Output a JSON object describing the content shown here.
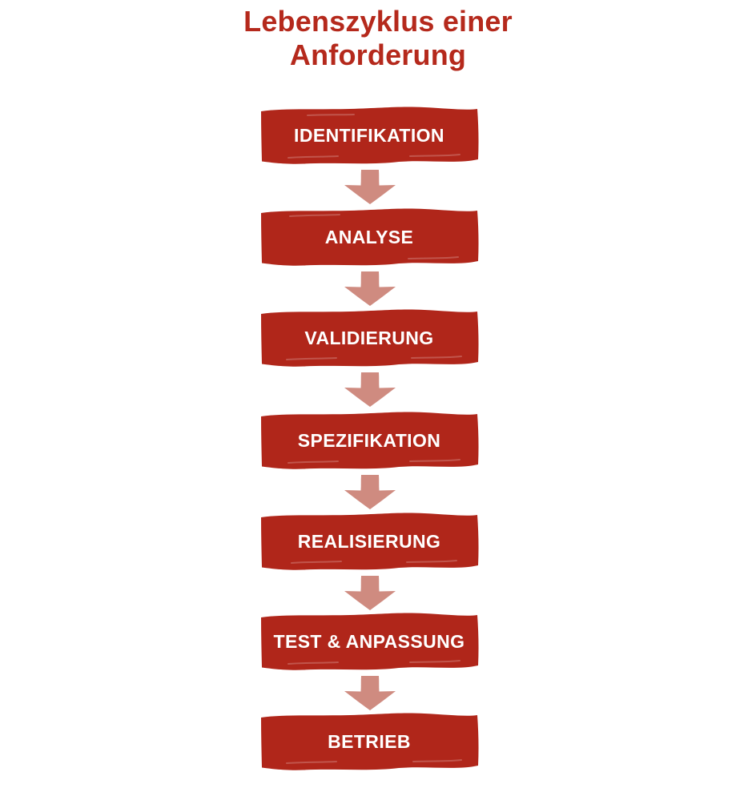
{
  "title": {
    "full": "Lebenszyklus einer Anforderung",
    "lines": [
      "Lebenszyklus einer",
      "Anforderung"
    ]
  },
  "steps": [
    {
      "label": "IDENTIFIKATION"
    },
    {
      "label": "ANALYSE"
    },
    {
      "label": "VALIDIERUNG"
    },
    {
      "label": "SPEZIFIKATION"
    },
    {
      "label": "REALISIERUNG"
    },
    {
      "label": "TEST & ANPASSUNG"
    },
    {
      "label": "BETRIEB"
    }
  ],
  "icons": {
    "connector": "down-block-arrow"
  },
  "colors": {
    "background": "#FFFFFF",
    "box_red": "#B0261A",
    "title_red": "#B5291C",
    "arrow_salmon": "#CF8B80",
    "label_white": "#FFFFFF"
  }
}
